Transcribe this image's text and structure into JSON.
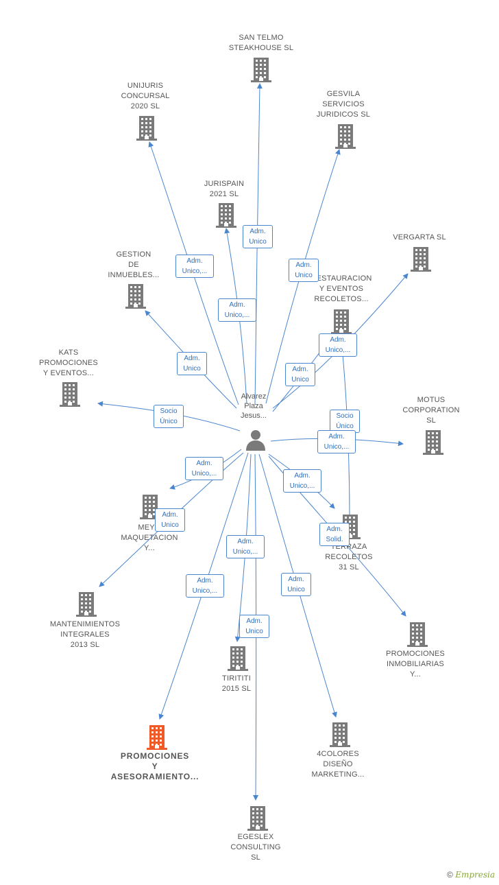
{
  "center": {
    "name": "Alvarez\nPlaza\nJesus..."
  },
  "colors": {
    "edge": "#4a86cf",
    "building": "#7a7a7a",
    "highlight": "#f05a28"
  },
  "nodes": [
    {
      "id": "san-telmo",
      "label": "SAN TELMO\nSTEAKHOUSE SL"
    },
    {
      "id": "unijuris",
      "label": "UNIJURIS\nCONCURSAL\n2020  SL"
    },
    {
      "id": "gesvila",
      "label": "GESVILA\nSERVICIOS\nJURIDICOS SL"
    },
    {
      "id": "jurispain",
      "label": "JURISPAIN\n2021  SL"
    },
    {
      "id": "vergarta",
      "label": "VERGARTA  SL"
    },
    {
      "id": "gestion",
      "label": "GESTION\nDE\nINMUEBLES..."
    },
    {
      "id": "restauracion",
      "label": "RESTAURACION\nY EVENTOS\nRECOLETOS..."
    },
    {
      "id": "kats",
      "label": "KATS\nPROMOCIONES\nY EVENTOS..."
    },
    {
      "id": "motus",
      "label": "MOTUS\nCORPORATION\nSL"
    },
    {
      "id": "meyo",
      "label": "MEYO\nMAQUETACION\nY..."
    },
    {
      "id": "terraza",
      "label": "TERRAZA\nRECOLETOS\n31  SL"
    },
    {
      "id": "mantenimientos",
      "label": "MANTENIMIENTOS\nINTEGRALES\n2013 SL"
    },
    {
      "id": "promo-inmo",
      "label": "PROMOCIONES\nINMOBILIARIAS\nY..."
    },
    {
      "id": "tirititi",
      "label": "TIRITITI\n2015  SL"
    },
    {
      "id": "promo-aseso",
      "label": "PROMOCIONES\nY\nASESORAMIENTO..."
    },
    {
      "id": "cuatro-colores",
      "label": "4COLORES\nDISEÑO\nMARKETING..."
    },
    {
      "id": "egeslex",
      "label": "EGESLEX\nCONSULTING\nSL"
    }
  ],
  "edge_labels": [
    "Adm.\nUnico",
    "Adm.\nUnico,...",
    "Adm.\nUnico",
    "Adm.\nUnico,...",
    "Adm.\nUnico",
    "Adm.\nUnico,...",
    "Adm.\nUnico",
    "Socio\nÚnico",
    "Socio\nÚnico",
    "Adm.\nUnico,...",
    "Adm.\nUnico,...",
    "Adm.\nUnico",
    "Adm.\nUnico,...",
    "Adm.\nSolid.",
    "Adm.\nUnico,...",
    "Adm.\nUnico,...",
    "Adm.\nUnico",
    "Adm.\nUnico"
  ],
  "footer": {
    "copyright": "©",
    "brand": "Empresia"
  }
}
